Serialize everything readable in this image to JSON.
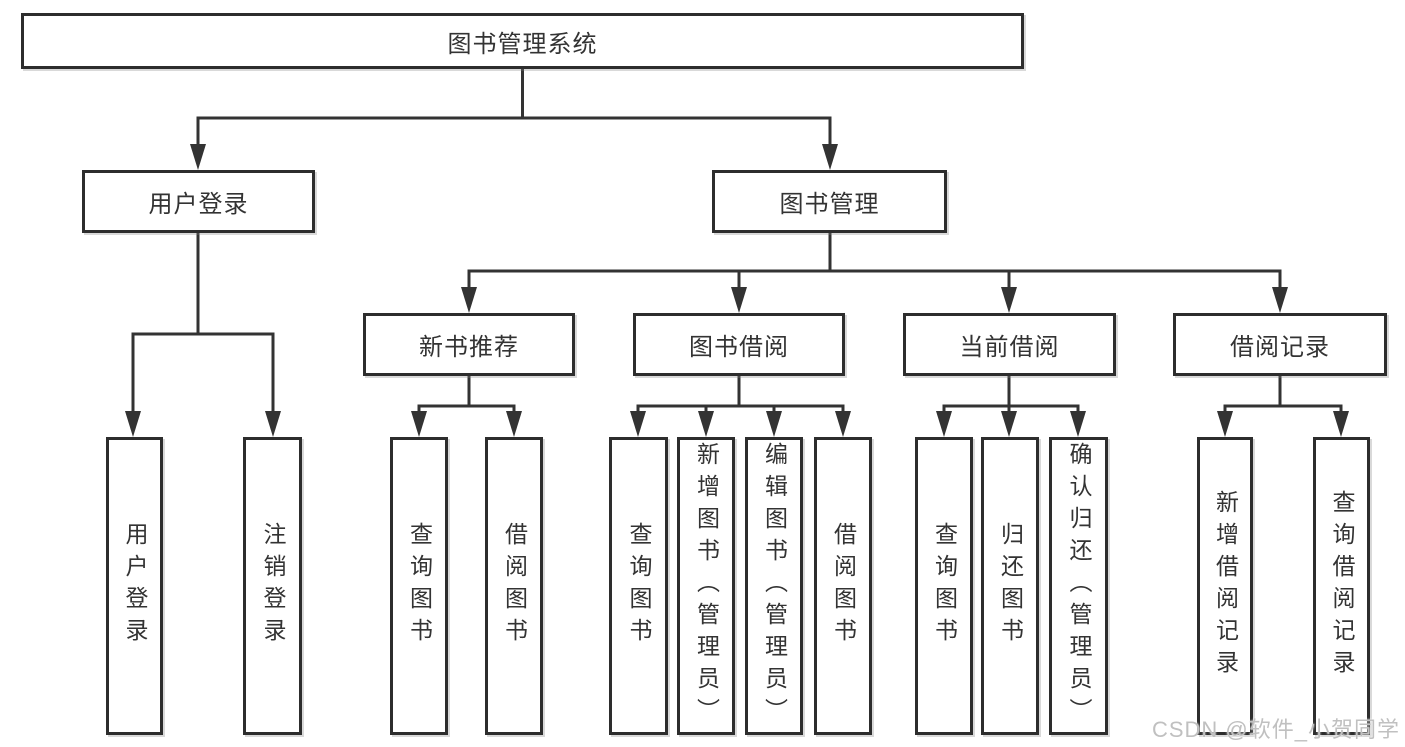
{
  "colors": {
    "background": "#ffffff",
    "box_border": "#2d2d2d",
    "line": "#333333",
    "text": "#333333",
    "watermark": "#c0c0c0"
  },
  "watermark": {
    "text": "CSDN @软件_小贺同学"
  },
  "tree": {
    "root": {
      "label": "图书管理系统",
      "children": [
        {
          "label": "用户登录",
          "children": [
            {
              "label": "用户登录"
            },
            {
              "label": "注销登录"
            }
          ]
        },
        {
          "label": "图书管理",
          "children": [
            {
              "label": "新书推荐",
              "children": [
                {
                  "label": "查询图书"
                },
                {
                  "label": "借阅图书"
                }
              ]
            },
            {
              "label": "图书借阅",
              "children": [
                {
                  "label": "查询图书"
                },
                {
                  "label": "新增图书（管理员）"
                },
                {
                  "label": "编辑图书（管理员）"
                },
                {
                  "label": "借阅图书"
                }
              ]
            },
            {
              "label": "当前借阅",
              "children": [
                {
                  "label": "查询图书"
                },
                {
                  "label": "归还图书"
                },
                {
                  "label": "确认归还（管理员）"
                }
              ]
            },
            {
              "label": "借阅记录",
              "children": [
                {
                  "label": "新增借阅记录"
                },
                {
                  "label": "查询借阅记录"
                }
              ]
            }
          ]
        }
      ]
    }
  }
}
